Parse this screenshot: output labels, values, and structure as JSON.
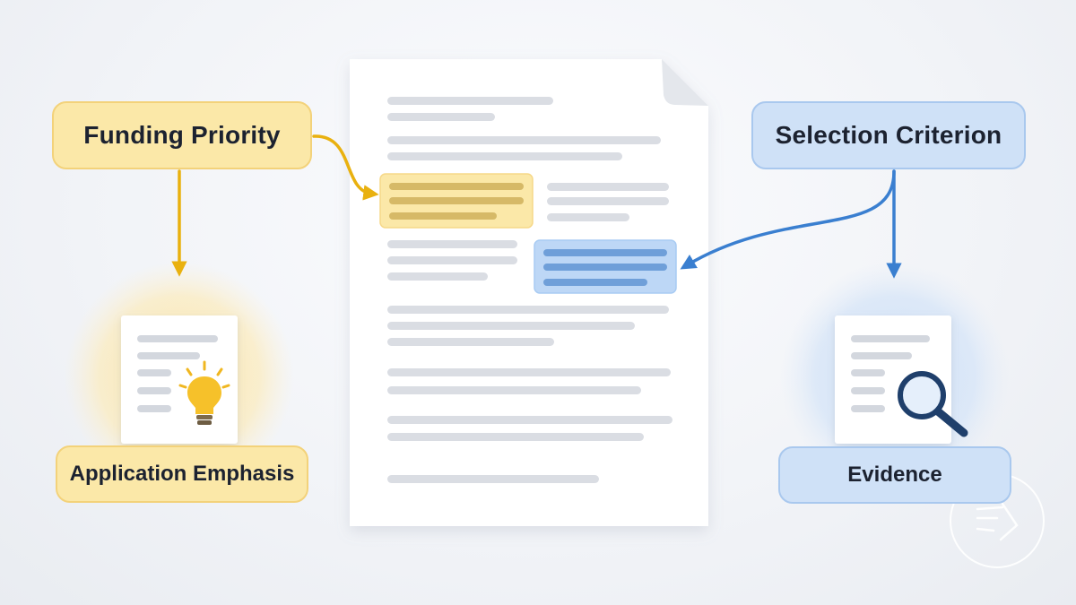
{
  "labels": {
    "funding_priority": "Funding Priority",
    "selection_criterion": "Selection Criterion",
    "application_emphasis": "Application Emphasis",
    "evidence": "Evidence"
  },
  "colors": {
    "yellow_fill": "#fbe8a8",
    "yellow_accent": "#e9b10f",
    "blue_fill": "#cfe1f7",
    "blue_accent": "#3a7fd0",
    "text": "#1c2230"
  },
  "icons": [
    "document-icon",
    "lightbulb-icon",
    "magnifier-icon",
    "page-curl-icon",
    "badge-icon"
  ]
}
